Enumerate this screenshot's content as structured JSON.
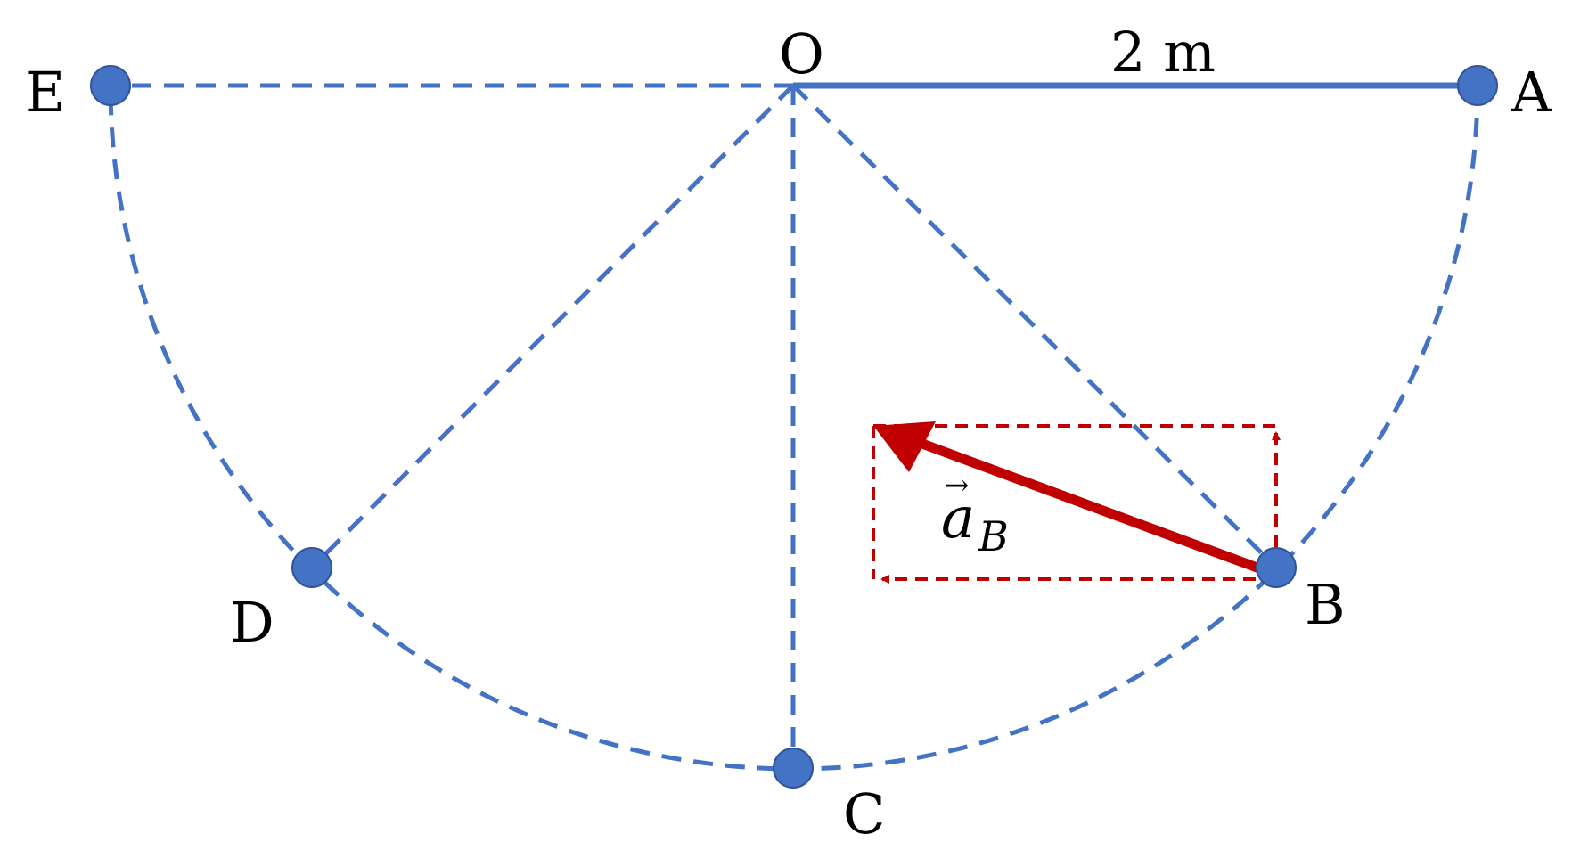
{
  "points": {
    "O": "O",
    "A": "A",
    "B": "B",
    "C": "C",
    "D": "D",
    "E": "E"
  },
  "dimension": "2 m",
  "vector": {
    "symbol": "a",
    "arrow": "→",
    "subscript": "B"
  },
  "colors": {
    "blue": "#4472C4",
    "red": "#C00000",
    "node_fill": "#4472C4",
    "node_stroke": "#2F5597"
  }
}
